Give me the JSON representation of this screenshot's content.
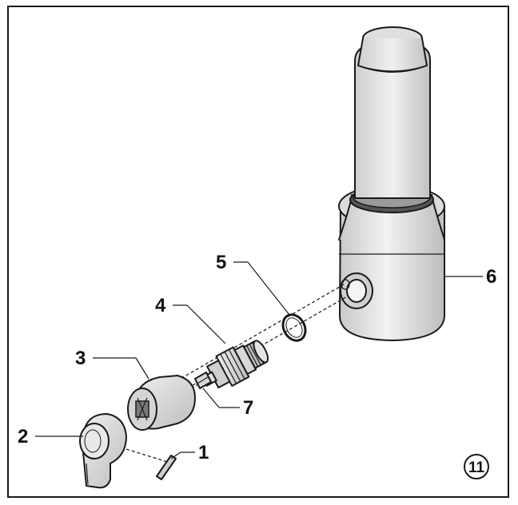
{
  "diagram": {
    "step_number": "11",
    "callouts": [
      {
        "id": "1",
        "label": "1"
      },
      {
        "id": "2",
        "label": "2"
      },
      {
        "id": "3",
        "label": "3"
      },
      {
        "id": "4",
        "label": "4"
      },
      {
        "id": "5",
        "label": "5"
      },
      {
        "id": "6",
        "label": "6"
      },
      {
        "id": "7",
        "label": "7"
      }
    ]
  },
  "colors": {
    "frame": "#1a1a1a",
    "part_fill": "#e6e6e6",
    "part_shade": "#bdbdbd",
    "part_dark": "#8a8a8a",
    "background": "#ffffff"
  }
}
